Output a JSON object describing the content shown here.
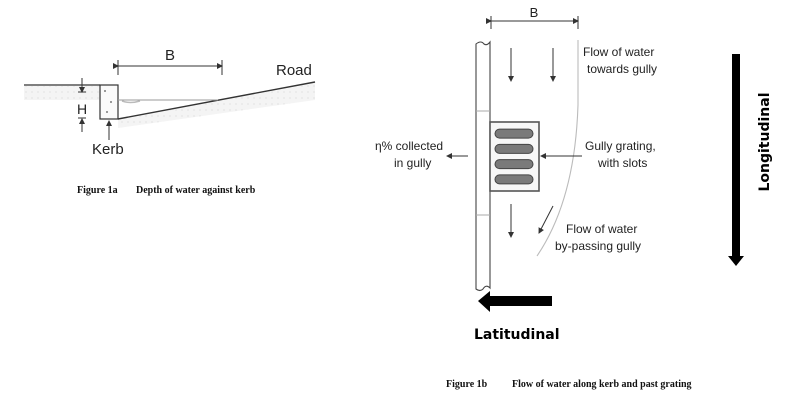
{
  "figure_1a": {
    "dimension_b_label": "B",
    "dimension_h_label": "H",
    "road_label": "Road",
    "kerb_label": "Kerb",
    "caption_number": "Figure 1a",
    "caption_text": "Depth of water against kerb"
  },
  "figure_1b": {
    "dimension_b_label": "B",
    "flow_towards_label_line1": "Flow of water",
    "flow_towards_label_line2": "towards gully",
    "collected_label_line1": "η% collected",
    "collected_label_line2": "in gully",
    "grating_label_line1": "Gully grating,",
    "grating_label_line2": "with slots",
    "bypass_label_line1": "Flow of water",
    "bypass_label_line2": "by-passing gully",
    "grating_slot_count": 4,
    "caption_number": "Figure 1b",
    "caption_text": "Flow of water along kerb and past grating"
  },
  "direction_annotations": {
    "longitudinal_label": "Longitudinal",
    "latitudinal_label": "Latitudinal"
  },
  "colors": {
    "line": "#333333",
    "light_line": "#9a9a9a",
    "grating_fill": "#7a7a7a",
    "annotation_arrow": "#000000"
  }
}
